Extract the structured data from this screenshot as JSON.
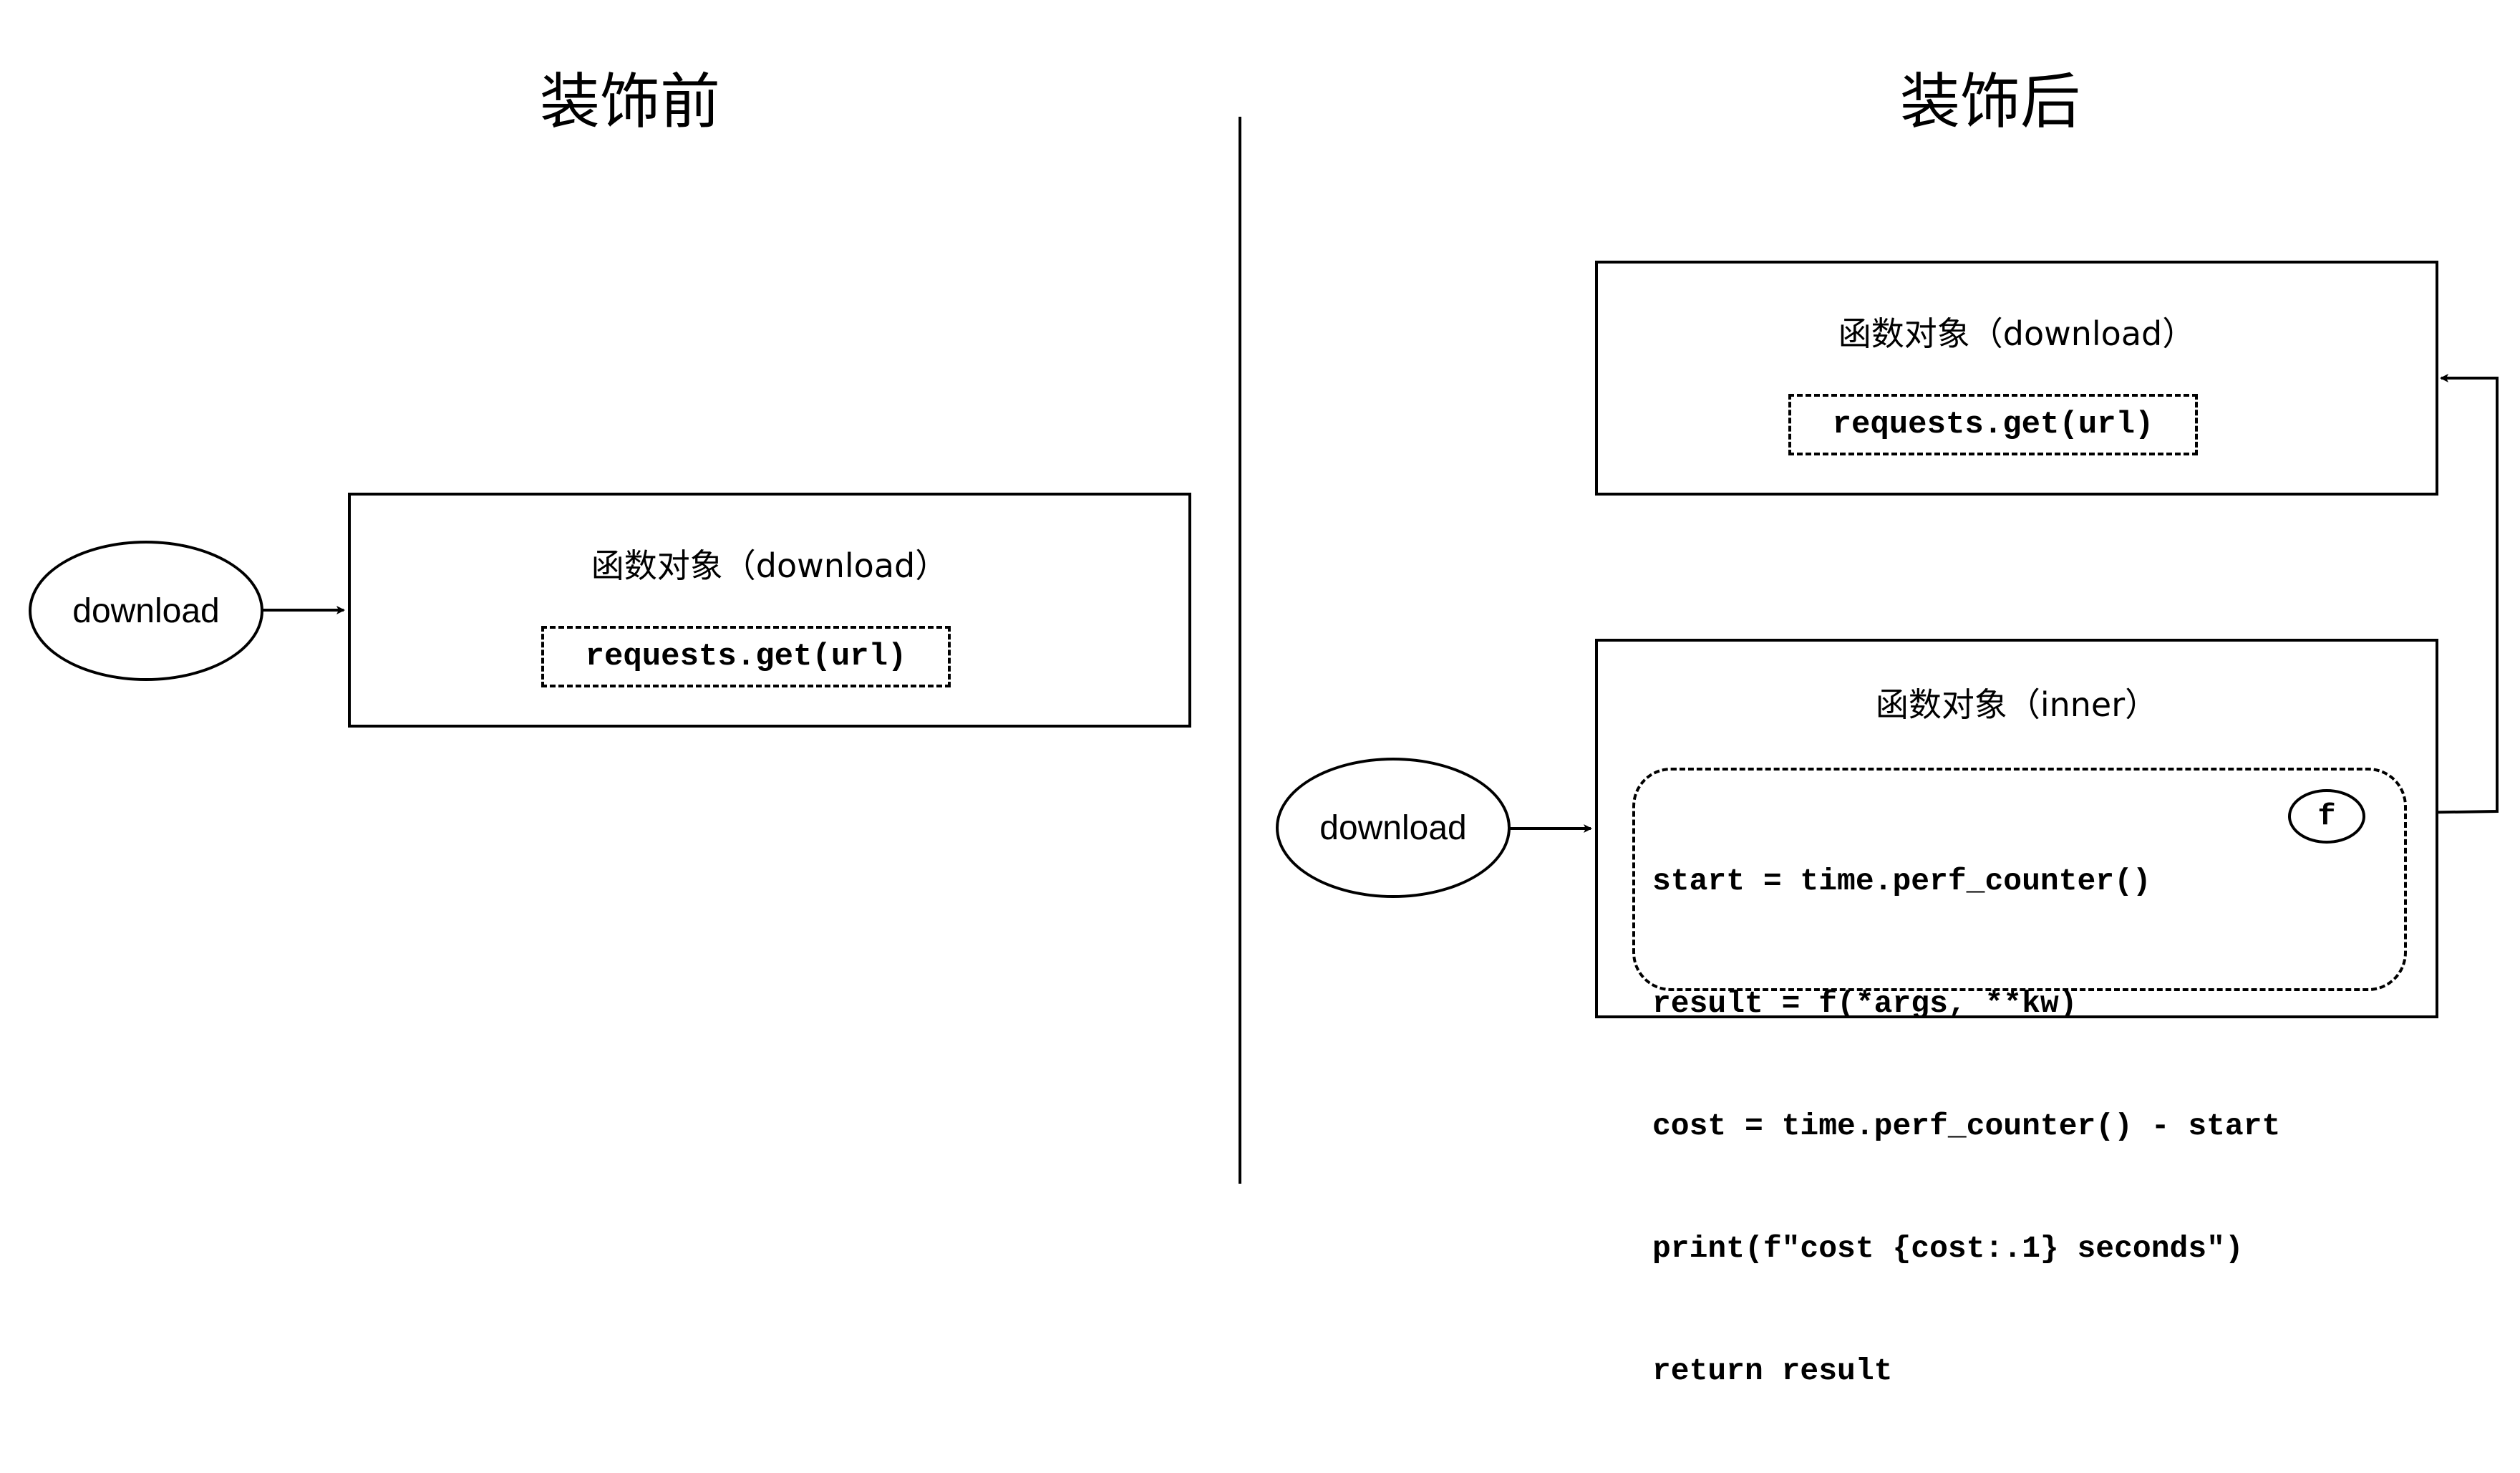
{
  "left": {
    "heading": "装饰前",
    "variable": "download",
    "function_box": {
      "title": "函数对象（download）",
      "code": "requests.get(url)"
    }
  },
  "right": {
    "heading": "装饰后",
    "original_function_box": {
      "title": "函数对象（download）",
      "code": "requests.get(url)"
    },
    "variable": "download",
    "inner_function_box": {
      "title": "函数对象（inner）",
      "code_lines": [
        "start = time.perf_counter()",
        "result = f(*args, **kw)",
        "cost = time.perf_counter() - start",
        "print(f\"cost {cost:.1} seconds\")",
        "return result"
      ],
      "closure_var": "f"
    }
  }
}
